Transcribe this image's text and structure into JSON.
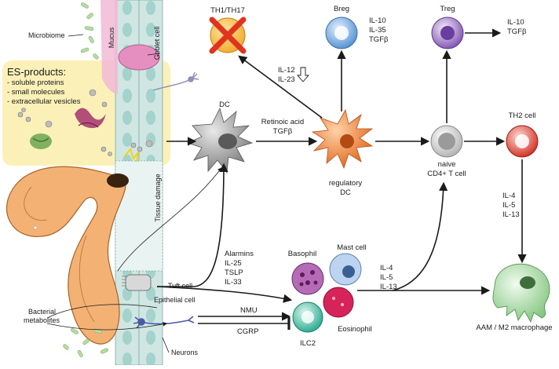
{
  "cells": {
    "th1_th17": "TH1/TH17",
    "breg": "Breg",
    "treg": "Treg",
    "dc": "DC",
    "regulatory_dc_line1": "regulatory",
    "regulatory_dc_line2": "DC",
    "naive_line1": "naive",
    "naive_line2": "CD4+ T cell",
    "th2": "TH2 cell",
    "basophil": "Basophil",
    "mast_cell": "Mast cell",
    "eosinophil": "Eosinophil",
    "ilc2": "ILC2",
    "macrophage": "AAM / M2 macrophage",
    "tuft_cell": "Tuft cell",
    "epithelial_cell": "Epithelial cell",
    "goblet_cell": "Goblet cell",
    "neurons": "Neurons"
  },
  "labels": {
    "microbiome": "Microbiome",
    "mucus": "Mucus",
    "tissue_damage": "Tissue damage",
    "bacterial_metabolites_line1": "Bacterial",
    "bacterial_metabolites_line2": "metabolites"
  },
  "es_products": {
    "title": "ES-products:",
    "items": [
      "- soluble proteins",
      "- small molecules",
      "- extracellular vesicles"
    ]
  },
  "cytokines": {
    "breg": [
      "IL-10",
      "IL-35",
      "TGFβ"
    ],
    "treg": [
      "IL-10",
      "TGFβ"
    ],
    "il12_il23": [
      "IL-12",
      "IL-23"
    ],
    "retinoic": [
      "Retinoic acid",
      "TGFβ"
    ],
    "th2": [
      "IL-4",
      "IL-5",
      "IL-13"
    ],
    "alarmins": [
      "Alarmins",
      "IL-25",
      "TSLP",
      "IL-33"
    ],
    "granulocyte": [
      "IL-4",
      "IL-5",
      "IL-13"
    ],
    "nmu": "NMU",
    "cgrp": "CGRP"
  },
  "colors": {
    "es_box": "#fbf1b8",
    "epithelium": "#cfe6e3",
    "epithelium_cell": "#a9d3cf",
    "mucus": "#f2b8d6",
    "goblet": "#e58fc0",
    "worm": "#f0a35b",
    "dc": "#8c8c8c",
    "reg_dc": "#f07a2a",
    "breg": "#6a9fd6",
    "treg": "#8b5fb5",
    "th2": "#d9372b",
    "naive": "#c8c8c8",
    "macrophage": "#9fd39c",
    "ilc2": "#2fb59a",
    "eosinophil": "#d6245a",
    "basophil": "#8e3b8e",
    "mast": "#8fb6e3",
    "neuron": "#4a5aa8",
    "block": "#e0341f"
  }
}
